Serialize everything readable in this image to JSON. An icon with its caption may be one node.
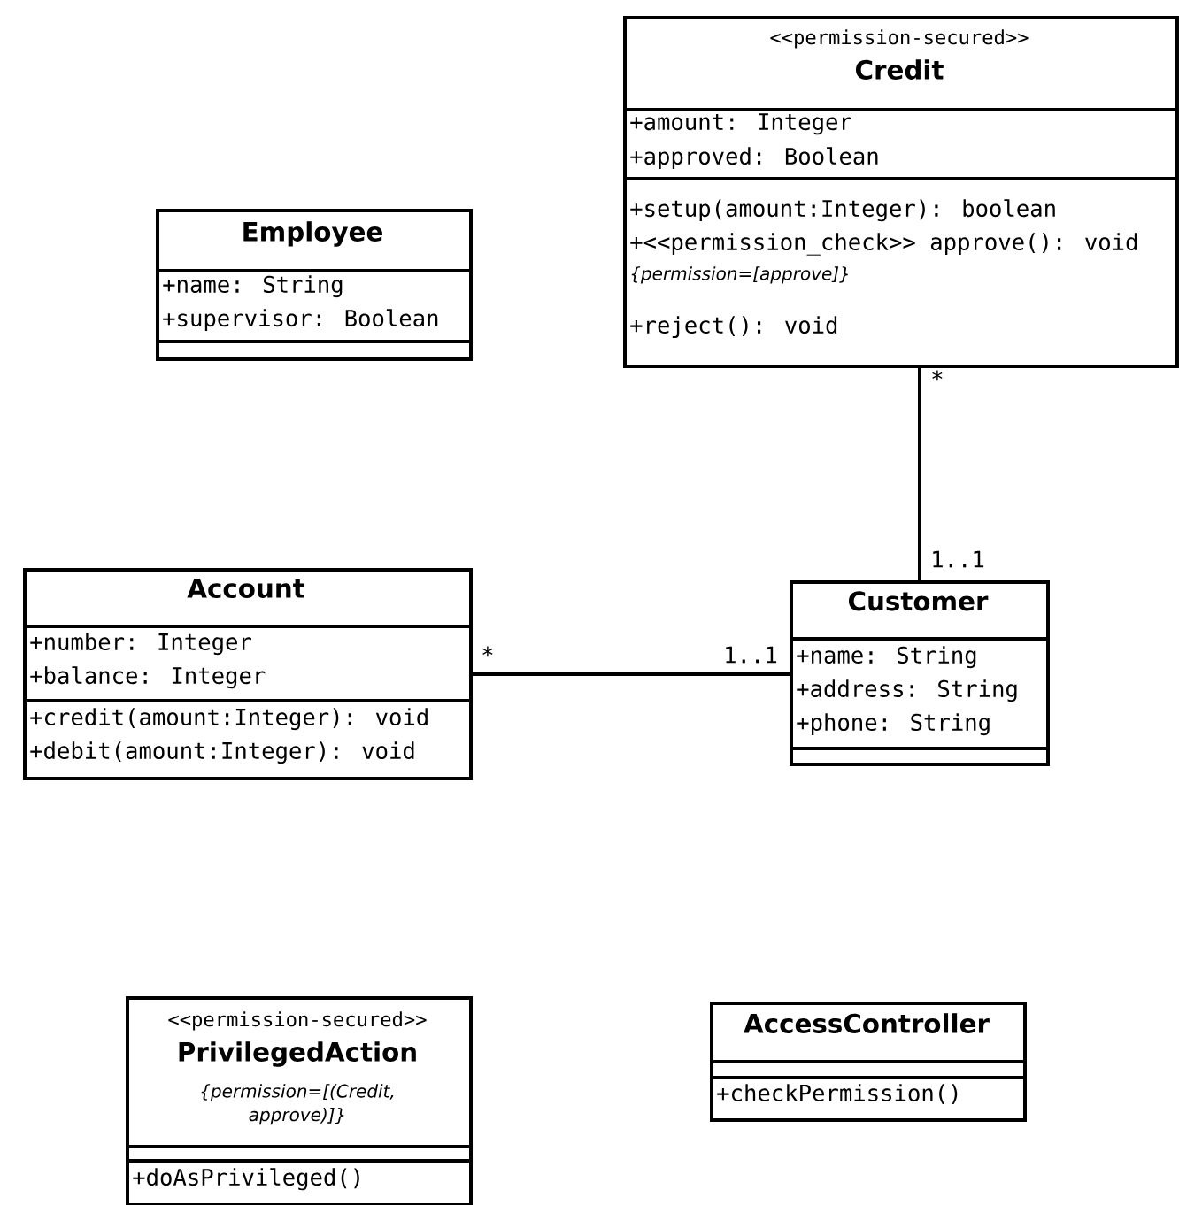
{
  "diagram": {
    "nodes": [
      {
        "text": [
          "<<permission-secured>>",
          "Credit",
          "+amount: Integer",
          "+approved: Boolean",
          "+setup(amount:Integer): boolean",
          "+<<permission_check>> approve(): void",
          "{permission=[approve]}",
          "+reject(): void"
        ]
      },
      {
        "text": [
          "Employee",
          "+name: String",
          "+supervisor: Boolean"
        ]
      },
      {
        "text": [
          "Account",
          "+number: Integer",
          "+balance: Integer",
          "+credit(amount:Integer): void",
          "+debit(amount:Integer): void"
        ]
      },
      {
        "text": [
          "Customer",
          "+name: String",
          "+address: String",
          "+phone: String"
        ]
      },
      {
        "text": [
          "<<permission-secured>>",
          "PrivilegedAction",
          "{permission=[(Credit, approve)]}",
          "+doAsPrivileged()"
        ]
      },
      {
        "text": [
          "AccessController",
          "+checkPermission()"
        ]
      }
    ],
    "edges": [
      {
        "from": 2,
        "to": 3,
        "arrow": "none"
      },
      {
        "from": 0,
        "to": 3,
        "arrow": "none"
      }
    ],
    "labels": [
      "*",
      "1..1",
      "*",
      "1..1"
    ]
  }
}
